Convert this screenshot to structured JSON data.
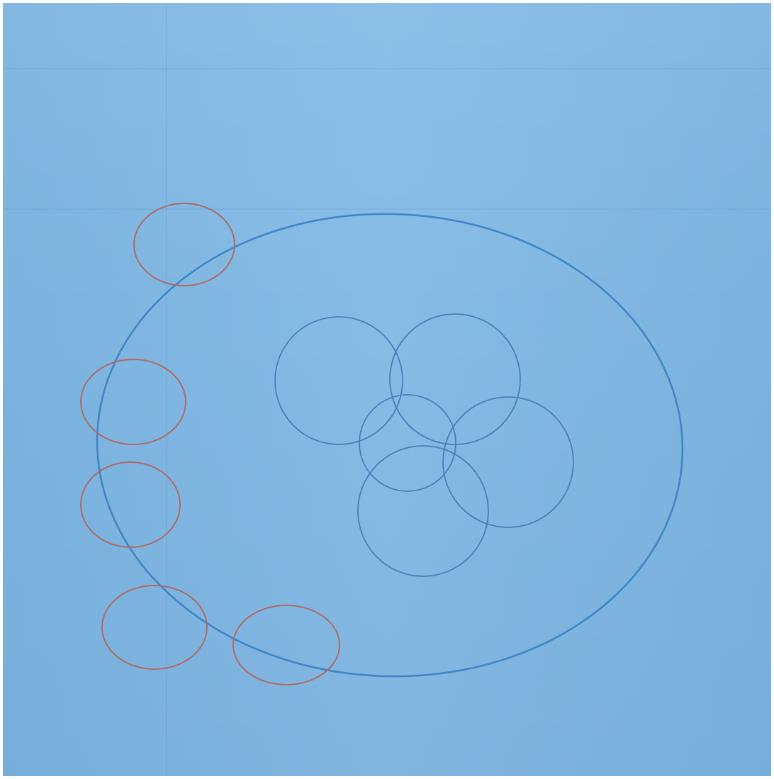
{
  "diagram": {
    "title": "",
    "big_circle_color": "#3f86c8",
    "inner_circle_color": "#4a7fb8",
    "outer_circle_color": "#b06a64",
    "label_color": "#b35a4e",
    "inner_circles": [
      {
        "id": "ic1",
        "label_line1": "",
        "label_line2": ""
      },
      {
        "id": "ic2",
        "label_line1": "",
        "label_line2": ""
      },
      {
        "id": "ic3",
        "label_line1": "",
        "label_line2": ""
      },
      {
        "id": "ic4",
        "label_line1": "",
        "label_line2": ""
      },
      {
        "id": "ic5",
        "label_line1": "",
        "label_line2": ""
      }
    ],
    "outer_circles": [
      {
        "id": "oc1",
        "label_line1": "",
        "label_line2": ""
      },
      {
        "id": "oc2",
        "label_line1": "",
        "label_line2": ""
      },
      {
        "id": "oc3",
        "label_line1": "",
        "label_line2": ""
      },
      {
        "id": "oc4",
        "label_line1": "",
        "label_line2": ""
      },
      {
        "id": "oc5",
        "label_line1": "",
        "label_line2": ""
      }
    ]
  }
}
